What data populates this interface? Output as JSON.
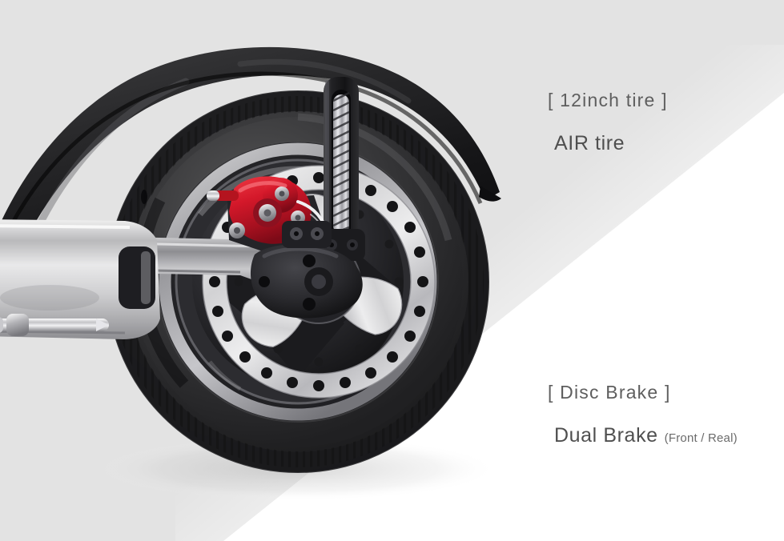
{
  "image": {
    "subject": "electric scooter rear wheel with disc brake",
    "background_color": "#e3e3e3",
    "accent_white": "#ffffff",
    "caliper_color": "#d4182a",
    "text_color": "#5b5b5b"
  },
  "callouts": [
    {
      "id": "tire",
      "bracketed": "[ 12inch tire ]",
      "main": "AIR tire",
      "note": ""
    },
    {
      "id": "brake",
      "bracketed": "[ Disc Brake ]",
      "main": "Dual Brake",
      "note": "(Front / Real)"
    }
  ]
}
